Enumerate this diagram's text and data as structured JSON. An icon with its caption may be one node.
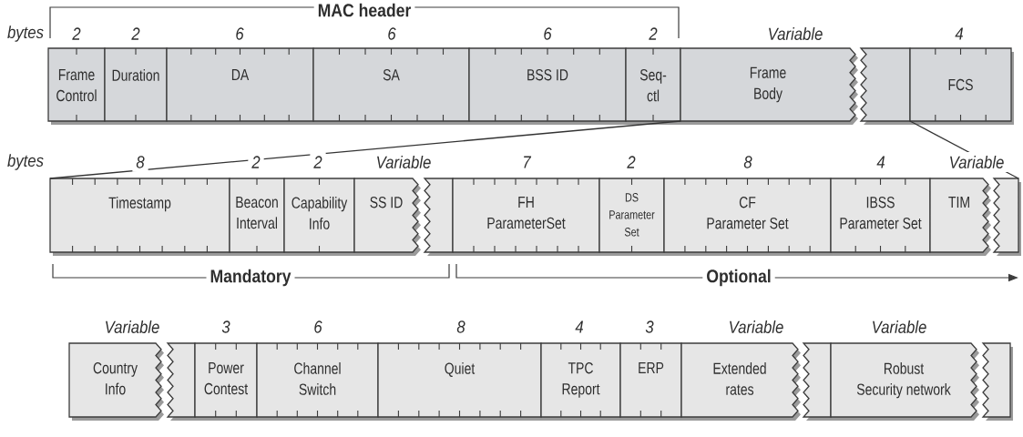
{
  "diagram": {
    "nodes": [
      {
        "text": [
          "Frame Control"
        ],
        "beside": [
          "2"
        ]
      },
      {
        "text": [
          "Duration"
        ],
        "beside": [
          "2"
        ]
      },
      {
        "text": [
          "DA"
        ],
        "beside": [
          "6"
        ]
      },
      {
        "text": [
          "SA"
        ],
        "beside": [
          "6"
        ]
      },
      {
        "text": [
          "BSS ID"
        ],
        "beside": [
          "6"
        ]
      },
      {
        "text": [
          "Seq- ctl"
        ],
        "beside": [
          "2"
        ]
      },
      {
        "text": [
          "Frame Body"
        ],
        "beside": [
          "Variable"
        ]
      },
      {
        "text": [],
        "shape": "box"
      },
      {
        "text": [
          "FCS"
        ],
        "beside": [
          "4"
        ]
      },
      {
        "text": [
          "Timestamp"
        ],
        "beside": [
          "8"
        ]
      },
      {
        "text": [
          "Beacon Interval"
        ],
        "beside": [
          "2"
        ]
      },
      {
        "text": [
          "Capability Info"
        ],
        "beside": [
          "2"
        ]
      },
      {
        "text": [
          "SS ID"
        ],
        "beside": [
          "Variable"
        ]
      },
      {
        "text": [],
        "shape": "box"
      },
      {
        "text": [
          "FH ParameterSet"
        ],
        "beside": [
          "7"
        ]
      },
      {
        "text": [
          "DS Parameter Set"
        ],
        "beside": [
          "2"
        ]
      },
      {
        "text": [
          "CF Parameter Set"
        ],
        "beside": [
          "8"
        ]
      },
      {
        "text": [
          "IBSS Parameter Set"
        ],
        "beside": [
          "4"
        ]
      },
      {
        "text": [
          "TIM"
        ],
        "beside": [
          "Variable"
        ]
      },
      {
        "text": [],
        "shape": "box"
      },
      {
        "text": [
          "Country Info"
        ],
        "beside": [
          "Variable"
        ]
      },
      {
        "text": [],
        "shape": "box"
      },
      {
        "text": [
          "Power Contest"
        ],
        "beside": [
          "3"
        ]
      },
      {
        "text": [
          "Channel Switch"
        ],
        "beside": [
          "6"
        ]
      },
      {
        "text": [
          "Quiet"
        ],
        "beside": [
          "8"
        ]
      },
      {
        "text": [
          "TPC Report"
        ],
        "beside": [
          "4"
        ]
      },
      {
        "text": [
          "ERP"
        ],
        "beside": [
          "3"
        ]
      },
      {
        "text": [
          "Extended rates"
        ],
        "beside": [
          "Variable"
        ]
      },
      {
        "text": [],
        "shape": "box"
      },
      {
        "text": [
          "Robust Security network"
        ],
        "beside": [
          "Variable"
        ]
      },
      {
        "text": [],
        "shape": "box"
      }
    ],
    "edges": [
      {
        "from": 6,
        "to": 9,
        "arrow": "none"
      },
      {
        "from": 7,
        "to": 19,
        "arrow": "none"
      }
    ],
    "labels": [
      "MAC header",
      "bytes",
      "bytes",
      "Mandatory",
      "Optional"
    ]
  }
}
